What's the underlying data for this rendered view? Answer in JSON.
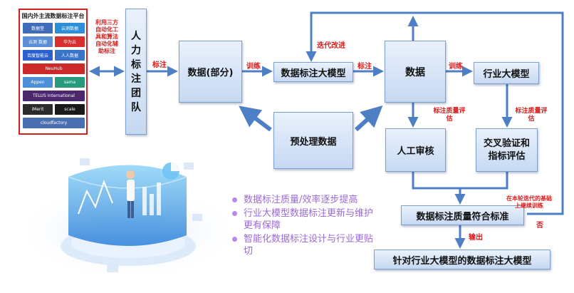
{
  "platform": {
    "title": "国内外主流数据标注平台",
    "logos": [
      {
        "name": "数据堂",
        "color": "#3f6cb8"
      },
      {
        "name": "云测数据",
        "color": "#2d8fd8"
      },
      {
        "name": "云测 数据",
        "color": "#5b8ed4"
      },
      {
        "name": "华为云",
        "color": "#d8302f"
      },
      {
        "name": "百度智能云",
        "color": "#2c5fd0"
      },
      {
        "name": "人人数据",
        "color": "#3a74c9"
      },
      {
        "name": "NeuHub",
        "color": "#cc2a2a"
      },
      {
        "name": "Appen",
        "color": "#4d8fd6"
      },
      {
        "name": "sama",
        "color": "#2a9a7d"
      },
      {
        "name": "TELUS International",
        "color": "#4b286d"
      },
      {
        "name": "iMerit",
        "color": "#2c2c2c"
      },
      {
        "name": "scale",
        "color": "#1a1a1a"
      },
      {
        "name": "cloudfactory",
        "color": "#4a6fb0"
      }
    ]
  },
  "auto_tool_text": "利用三方自动化工具和算法自动化辅助标注",
  "boxes": {
    "human_team": "人力标注团队",
    "data_part": "数据(部分)",
    "label_model": "数据标注大模型",
    "data": "数据",
    "industry_model": "行业大模型",
    "preprocess": "预处理数据",
    "manual_review": "人工审核",
    "cross_validate": "交叉验证和指标评估",
    "quality_ok": "数据标注质量符合标准",
    "final": "针对行业大模型的数据标注大模型"
  },
  "labels": {
    "annotate_1": "标注",
    "train_1": "训练",
    "annotate_2": "标注",
    "train_2": "训练",
    "iterate": "迭代改进",
    "quality_1": "标注质量评估",
    "quality_2": "标注质量评估",
    "output": "输出",
    "continue": "在本轮迭代的基础上继续训练",
    "no": "否"
  },
  "bullets": [
    "数据标注质量/效率逐步提高",
    "行业大模型数据标注更新与维护更有保障",
    "智能化数据标注设计与行业更贴切"
  ],
  "colors": {
    "arrow": "#4e7fc4",
    "red": "#d41e1e",
    "bullet": "#9b69d6"
  }
}
